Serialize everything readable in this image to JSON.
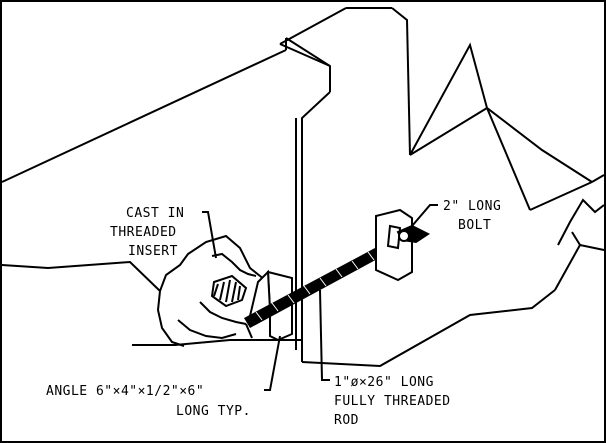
{
  "drawing": {
    "callouts": {
      "cast_in_insert": {
        "line1": "CAST IN",
        "line2": "THREADED",
        "line3": "INSERT"
      },
      "bolt": {
        "line1": "2\" LONG",
        "line2": "BOLT"
      },
      "angle": {
        "line1": "ANGLE 6\"×4\"×1/2\"×6\"",
        "line2": "LONG TYP."
      },
      "rod": {
        "line1": "1\"ø×26\" LONG",
        "line2": "FULLY THREADED",
        "line3": "ROD"
      }
    },
    "colors": {
      "line": "#000000",
      "background": "#ffffff"
    }
  }
}
